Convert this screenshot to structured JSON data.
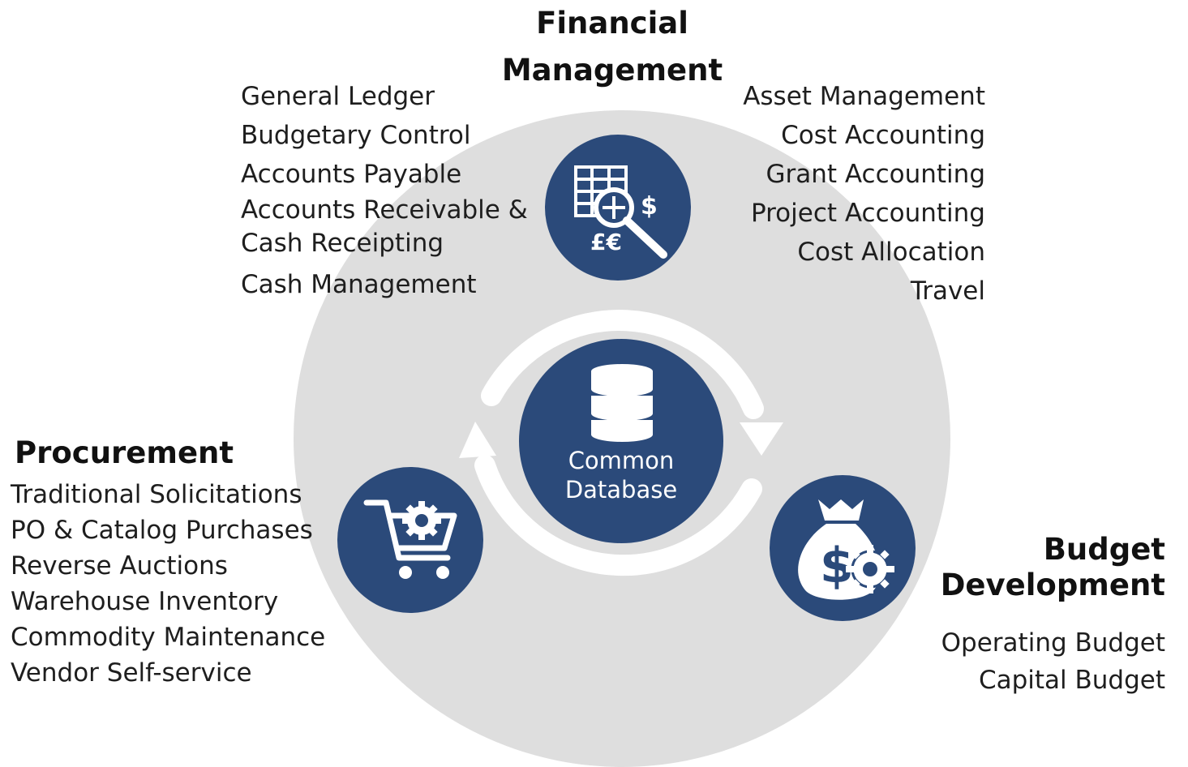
{
  "financial_management": {
    "title_line1": "Financial",
    "title_line2": "Management",
    "left_items": [
      "General Ledger",
      "Budgetary Control",
      "Accounts Payable",
      "Accounts Receivable &",
      "Cash Receipting",
      "Cash Management"
    ],
    "right_items": [
      "Asset Management",
      "Cost Accounting",
      "Grant Accounting",
      "Project Accounting",
      "Cost Allocation",
      "Travel"
    ],
    "icon": "spreadsheet-magnifier-currency-icon"
  },
  "center": {
    "label_line1": "Common",
    "label_line2": "Database",
    "icon": "database-icon"
  },
  "procurement": {
    "title": "Procurement",
    "items": [
      "Traditional Solicitations",
      "PO & Catalog Purchases",
      "Reverse Auctions",
      "Warehouse Inventory",
      "Commodity Maintenance",
      "Vendor Self-service"
    ],
    "icon": "shopping-cart-gear-icon"
  },
  "budget_development": {
    "title_line1": "Budget",
    "title_line2": "Development",
    "items": [
      "Operating Budget",
      "Capital Budget"
    ],
    "icon": "money-bag-gear-icon"
  },
  "colors": {
    "node_blue": "#2b4a7a",
    "ring_gray": "#dedede",
    "arrow_white": "#ffffff"
  }
}
